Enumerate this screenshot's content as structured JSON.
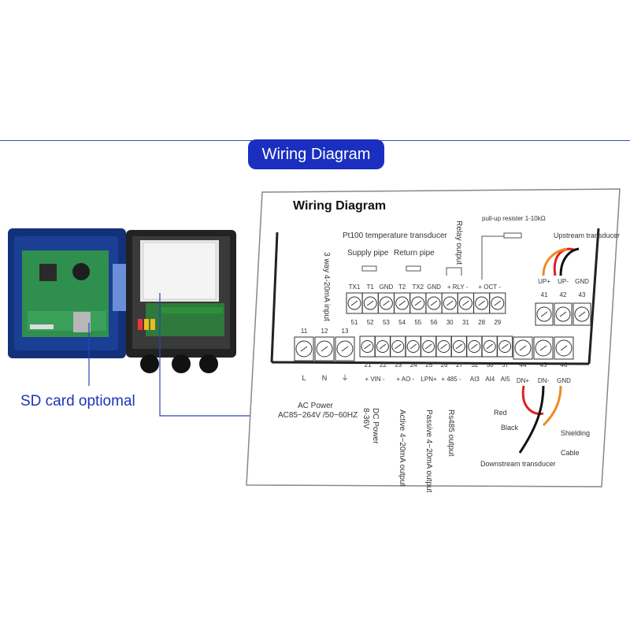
{
  "header": {
    "title": "Wiring Diagram"
  },
  "photo": {
    "sd_label": "SD card optiomal"
  },
  "diagram": {
    "title": "Wiring Diagram",
    "pt100_label": "Pt100 temperature transducer",
    "supply_pipe": "Supply pipe",
    "return_pipe": "Return pipe",
    "relay_output": "Relay output",
    "input_4_20": "3 way 4-20mA input",
    "pullup": "pull-up resister 1-10kΩ",
    "upstream": "Upstream transducer",
    "downstream": "Downstream transducer",
    "ac_power": "AC Power",
    "ac_range": "AC85~264V /50~60HZ",
    "dc_power": "DC Power",
    "dc_range": "8-36V",
    "active_out": "Active 4~20mA output",
    "passive_out": "Passive 4~20mA output",
    "rs485_out": "Rs485 output",
    "red": "Red",
    "black": "Black",
    "shielding": "Shielding",
    "cable": "Cable",
    "top_terminals": [
      {
        "label": "TX1",
        "num": "51"
      },
      {
        "label": "T1",
        "num": "52"
      },
      {
        "label": "GND",
        "num": "53"
      },
      {
        "label": "T2",
        "num": "54"
      },
      {
        "label": "TX2",
        "num": "55"
      },
      {
        "label": "GND",
        "num": "56"
      },
      {
        "label": "+ RLY -",
        "num": "30"
      },
      {
        "label": "",
        "num": "31"
      },
      {
        "label": "+ OCT -",
        "num": "28"
      },
      {
        "label": "",
        "num": "29"
      }
    ],
    "ac_terminals": [
      {
        "num": "11",
        "label": "L"
      },
      {
        "num": "12",
        "label": "N"
      },
      {
        "num": "13",
        "label": "⏚"
      }
    ],
    "bottom_terminals": [
      {
        "num": "21",
        "label": "+ VIN -"
      },
      {
        "num": "22",
        "label": ""
      },
      {
        "num": "23",
        "label": "+ AO -"
      },
      {
        "num": "24",
        "label": ""
      },
      {
        "num": "25",
        "label": "LPN+"
      },
      {
        "num": "26",
        "label": "+ 485 -"
      },
      {
        "num": "27",
        "label": ""
      },
      {
        "num": "32",
        "label": "AI3"
      },
      {
        "num": "58",
        "label": "AI4"
      },
      {
        "num": "57",
        "label": "AI5"
      }
    ],
    "up_terminals": [
      {
        "label": "UP+",
        "num": "41"
      },
      {
        "label": "UP-",
        "num": "42"
      },
      {
        "label": "GND",
        "num": "43"
      }
    ],
    "dn_terminals": [
      {
        "num": "44",
        "label": "DN+"
      },
      {
        "num": "45",
        "label": "DN-"
      },
      {
        "num": "46",
        "label": "GND"
      }
    ]
  }
}
